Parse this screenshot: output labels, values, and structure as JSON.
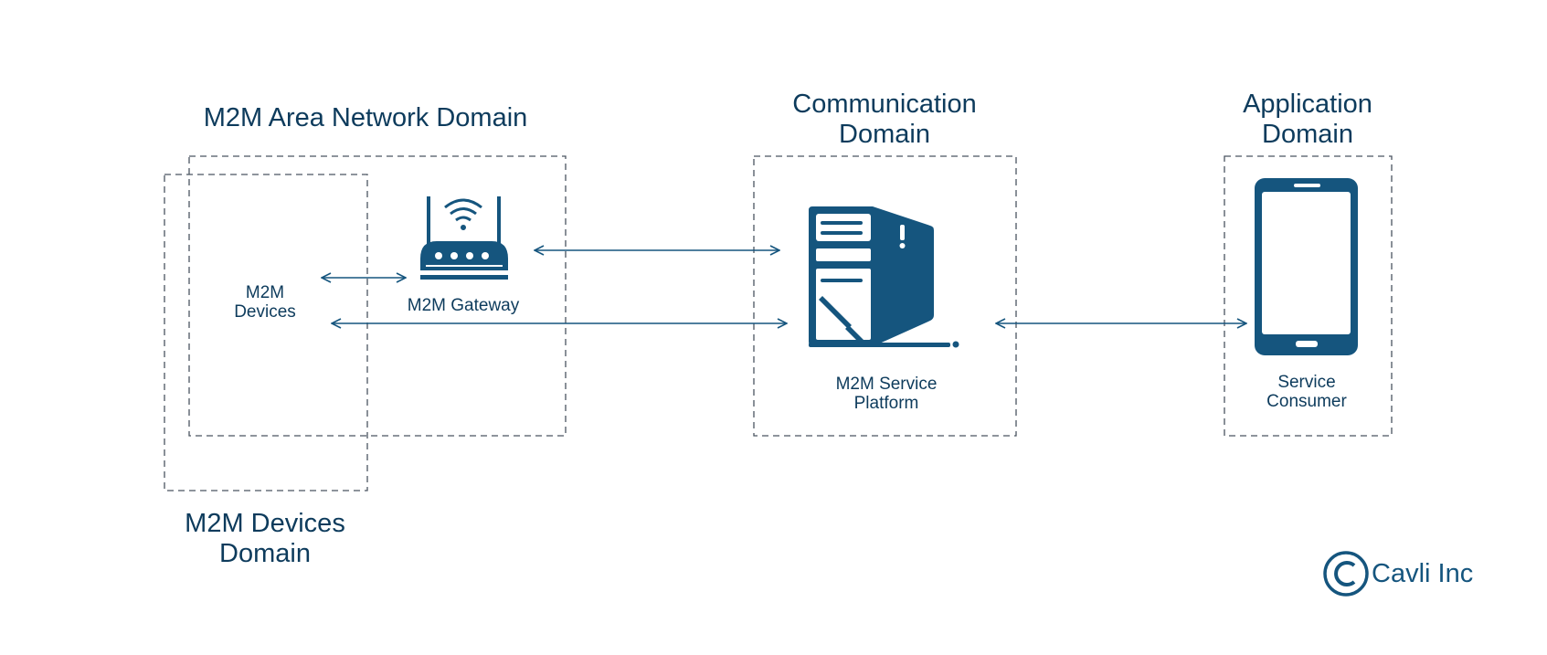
{
  "domains": {
    "area_network": "M2M Area Network Domain",
    "devices": [
      "M2M Devices",
      "Domain"
    ],
    "communication": [
      "Communication",
      "Domain"
    ],
    "application": [
      "Application",
      "Domain"
    ]
  },
  "nodes": {
    "devices": [
      "M2M",
      "Devices"
    ],
    "gateway": "M2M Gateway",
    "platform": [
      "M2M Service",
      "Platform"
    ],
    "consumer": [
      "Service",
      "Consumer"
    ]
  },
  "logo": {
    "text": "Cavli Inc"
  },
  "colors": {
    "primary": "#15557e",
    "text": "#0d3b5c",
    "dash": "#4a5560"
  },
  "icons": [
    "router-icon",
    "server-icon",
    "smartphone-icon",
    "copyright-logo-icon"
  ]
}
